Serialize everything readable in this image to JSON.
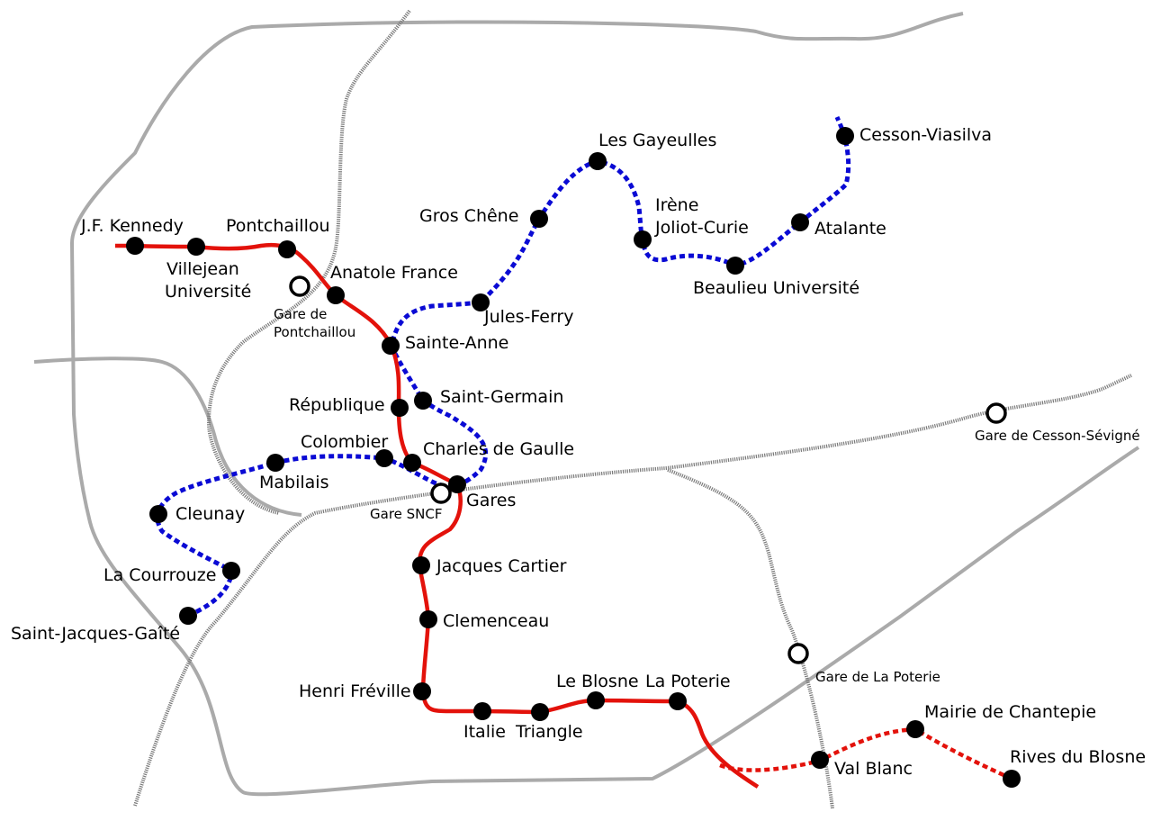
{
  "colors": {
    "line_a": "#e3120b",
    "line_b": "#0a0ad4",
    "rail": "#7a7a7a",
    "road": "#aaaaaa",
    "station": "#000000"
  },
  "stations": {
    "jf_kennedy": "J.F. Kennedy",
    "villejean_1": "Villejean",
    "villejean_2": "Université",
    "pontchaillou": "Pontchaillou",
    "anatole_france": "Anatole France",
    "sainte_anne": "Sainte-Anne",
    "republique": "République",
    "charles_de_gaulle": "Charles de Gaulle",
    "gares": "Gares",
    "jacques_cartier": "Jacques Cartier",
    "clemenceau": "Clemenceau",
    "henri_freville": "Henri Fréville",
    "italie": "Italie",
    "triangle": "Triangle",
    "le_blosne": "Le Blosne",
    "la_poterie": "La Poterie",
    "val_blanc": "Val Blanc",
    "mairie_de_chantepie": "Mairie de Chantepie",
    "rives_du_blosne": "Rives du Blosne",
    "saint_jacques_gaite": "Saint-Jacques-Gaîté",
    "la_courrouze": "La Courrouze",
    "cleunay": "Cleunay",
    "mabilais": "Mabilais",
    "colombier": "Colombier",
    "saint_germain": "Saint-Germain",
    "jules_ferry": "Jules-Ferry",
    "gros_chene": "Gros Chêne",
    "les_gayeulles": "Les Gayeulles",
    "irene_1": "Irène",
    "irene_2": "Joliot-Curie",
    "beaulieu_universite": "Beaulieu Université",
    "atalante": "Atalante",
    "cesson_viasilva": "Cesson-Viasilva"
  },
  "train_stations": {
    "pontchaillou_1": "Gare de",
    "pontchaillou_2": "Pontchaillou",
    "sncf": "Gare SNCF",
    "cesson_sevigne": "Gare de Cesson-Sévigné",
    "la_poterie": "Gare de La Poterie"
  }
}
